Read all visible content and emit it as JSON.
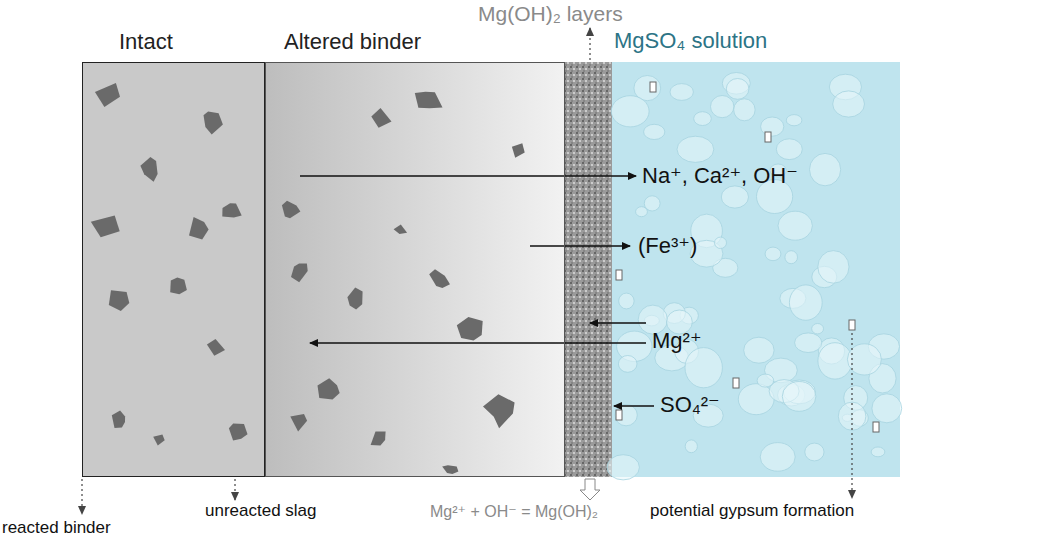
{
  "diagram": {
    "nodes": [
      {
        "text": [
          "Intact"
        ]
      },
      {
        "text": [
          "Altered binder"
        ]
      },
      {
        "text": [
          "MgSO₄ solution"
        ]
      }
    ],
    "labels": [
      "Mg(OH)₂ layers",
      "Na⁺, Ca²⁺, OH⁻",
      "(Fe³⁺)",
      "Mg²⁺",
      "SO₄²⁻",
      "reacted binder",
      "unreacted slag",
      "Mg²⁺ + OH⁻ = Mg(OH)₂",
      "potential gypsum formation"
    ]
  }
}
